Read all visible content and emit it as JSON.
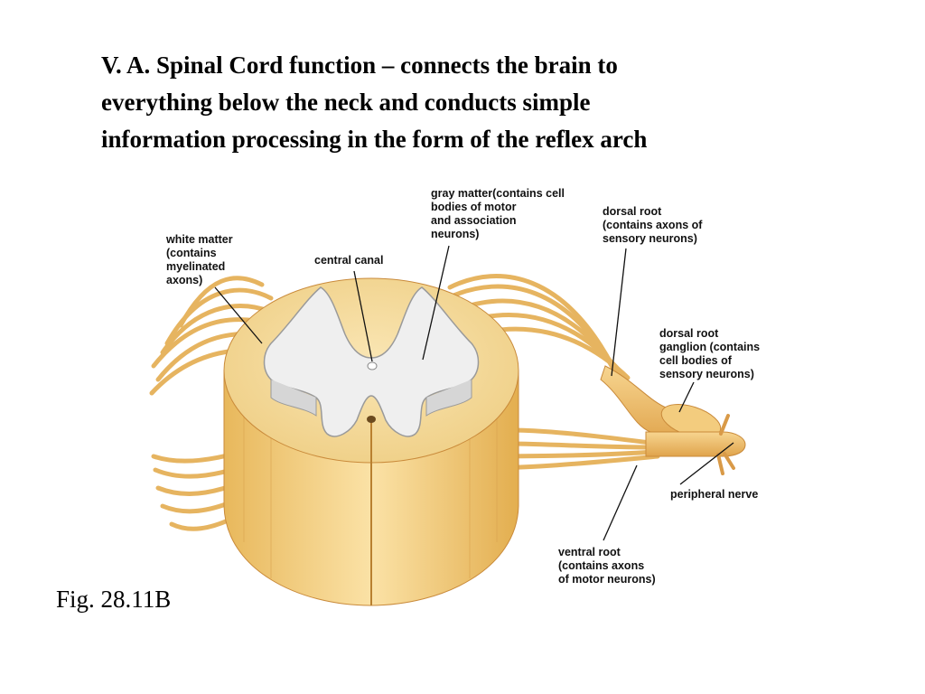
{
  "slide": {
    "title_lines": [
      "V. A. Spinal Cord function – connects the brain to",
      "everything below the neck and conducts simple",
      "information processing in the form of the reflex arch"
    ],
    "caption": "Fig. 28.11B"
  },
  "labels": {
    "white_matter": [
      "white matter",
      "(contains",
      "myelinated",
      "axons)"
    ],
    "central_canal": [
      "central canal"
    ],
    "gray_matter": [
      "gray matter(contains cell",
      "bodies of motor",
      "and association",
      "neurons)"
    ],
    "dorsal_root": [
      "dorsal root",
      "(contains axons of",
      "sensory neurons)"
    ],
    "dorsal_root_ganglion": [
      "dorsal root",
      "ganglion (contains",
      "cell bodies of",
      "sensory neurons)"
    ],
    "peripheral_nerve": [
      "peripheral nerve"
    ],
    "ventral_root": [
      "ventral root",
      "(contains axons",
      "of motor neurons)"
    ]
  },
  "colors": {
    "white_matter": "#f3d58c",
    "gray_matter": "#eeeeee",
    "nerve": "#f0c46a"
  }
}
